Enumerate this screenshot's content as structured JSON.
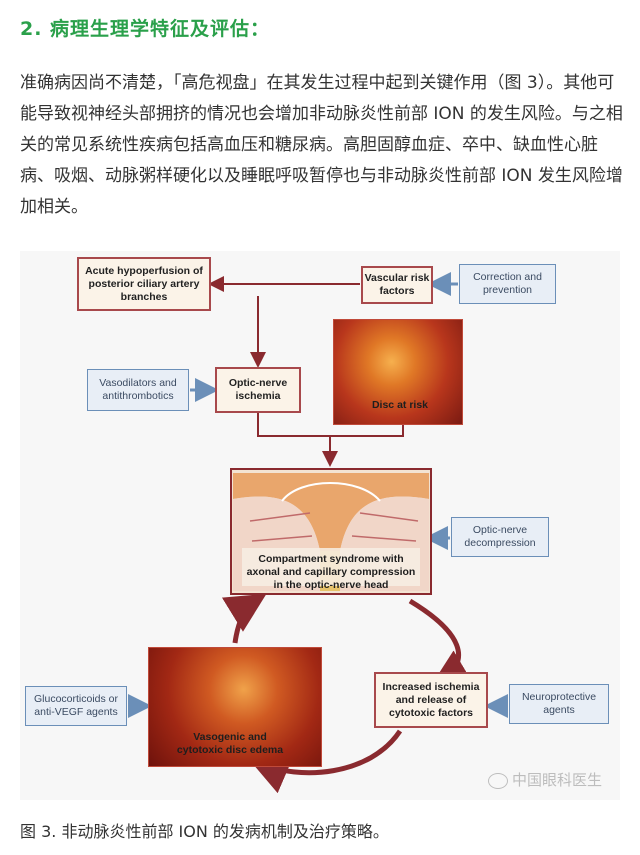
{
  "heading": "2. 病理生理学特征及评估：",
  "paragraph": "准确病因尚不清楚，「高危视盘」在其发生过程中起到关键作用（图 3）。其他可能导致视神经头部拥挤的情况也会增加非动脉炎性前部 ION 的发生风险。与之相关的常见系统性疾病包括高血压和糖尿病。高胆固醇血症、卒中、缺血性心脏病、吸烟、动脉粥样硬化以及睡眠呼吸暂停也与非动脉炎性前部 ION 发生风险增加相关。",
  "diagram": {
    "acute_hypoperfusion": "Acute hypoperfusion of posterior ciliary artery branches",
    "vascular_risk": "Vascular risk factors",
    "correction": "Correction and prevention",
    "vasodilators": "Vasodilators and antithrombotics",
    "optic_ischemia": "Optic-nerve ischemia",
    "disc_at_risk": "Disc at risk",
    "optic_decompression": "Optic-nerve decompression",
    "compartment": "Compartment syndrome with axonal and capillary compression in the optic-nerve head",
    "glucocorticoids": "Glucocorticoids or anti-VEGF agents",
    "increased_ischemia": "Increased ischemia and release of cytotoxic factors",
    "neuroprotective": "Neuroprotective agents",
    "vasogenic": "Vasogenic and cytotoxic disc edema"
  },
  "watermark": "中国眼科医生",
  "caption": "图 3. 非动脉炎性前部 ION 的发病机制及治疗策略。",
  "colors": {
    "heading": "#2aa04a",
    "arrow_red": "#8a2a2f",
    "arrow_blue": "#6b8fb8"
  }
}
